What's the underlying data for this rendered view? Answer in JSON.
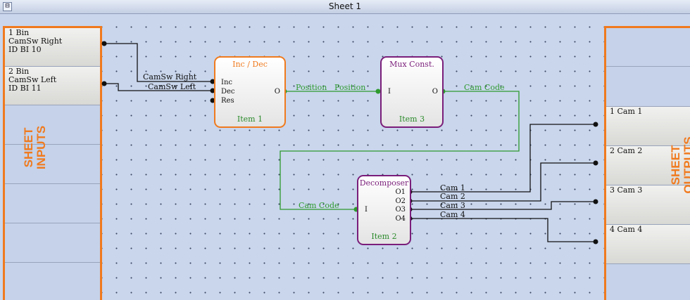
{
  "window": {
    "title": "Sheet 1",
    "collapse_glyph": "⊟"
  },
  "sheet_inputs": {
    "label": "SHEET\nINPUTS",
    "slots": [
      {
        "line1": "1 Bin",
        "line2": "CamSw Right",
        "line3": "ID BI 10"
      },
      {
        "line1": "2 Bin",
        "line2": "CamSw Left",
        "line3": "ID BI 11"
      }
    ]
  },
  "sheet_outputs": {
    "label": "SHEET\nOUTPUTS",
    "slots": [
      "1 Cam 1",
      "2 Cam 2",
      "3 Cam 3",
      "4 Cam 4"
    ]
  },
  "blocks": {
    "incdec": {
      "name": "Inc / Dec",
      "item": "Item 1",
      "ports_in": [
        "Inc",
        "Dec",
        "Res"
      ],
      "port_out": "O"
    },
    "mux": {
      "name": "Mux Const.",
      "item": "Item 3",
      "port_in": "I",
      "port_out": "O"
    },
    "decomposer": {
      "name": "Decomposer",
      "item": "Item 2",
      "port_in": "I",
      "ports_out": [
        "O1",
        "O2",
        "O3",
        "O4"
      ]
    }
  },
  "wire_labels": {
    "camsw_right": "CamSw Right",
    "camsw_left": "CamSw Left",
    "position_out": "Position",
    "position_in": "Position",
    "cam_code_out": "Cam Code",
    "cam_code_in": "Cam Code",
    "cam1": "Cam 1",
    "cam2": "Cam 2",
    "cam3": "Cam 3",
    "cam4": "Cam 4"
  },
  "colors": {
    "panel_border": "#f07a1e",
    "incdec_border": "#f07a1e",
    "mux_border": "#7a1e7a",
    "decomposer_border": "#7a1e7a",
    "green_wire": "#2e9a2e",
    "black_wire": "#111111"
  }
}
